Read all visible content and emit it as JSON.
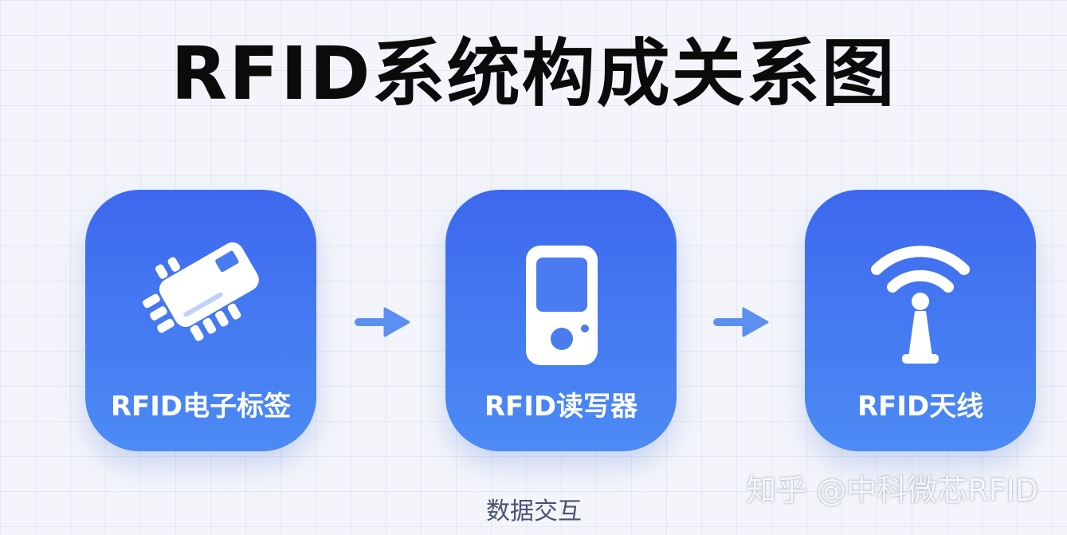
{
  "title": "RFID系统构成关系图",
  "nodes": [
    {
      "label": "RFID电子标签",
      "icon": "rfid-chip-icon"
    },
    {
      "label": "RFID读写器",
      "icon": "handheld-reader-icon"
    },
    {
      "label": "RFID天线",
      "icon": "antenna-signal-icon"
    }
  ],
  "edges": [
    {
      "from": "RFID电子标签",
      "to": "RFID读写器"
    },
    {
      "from": "RFID读写器",
      "to": "RFID天线"
    }
  ],
  "caption": "数据交互",
  "watermark": "知乎 @中科微芯RFID",
  "colors": {
    "card_top": "#3d68ee",
    "card_bottom": "#4c8bf4",
    "arrow": "#5b8ff0",
    "title": "#0b0b0b",
    "caption": "#4a5270"
  }
}
